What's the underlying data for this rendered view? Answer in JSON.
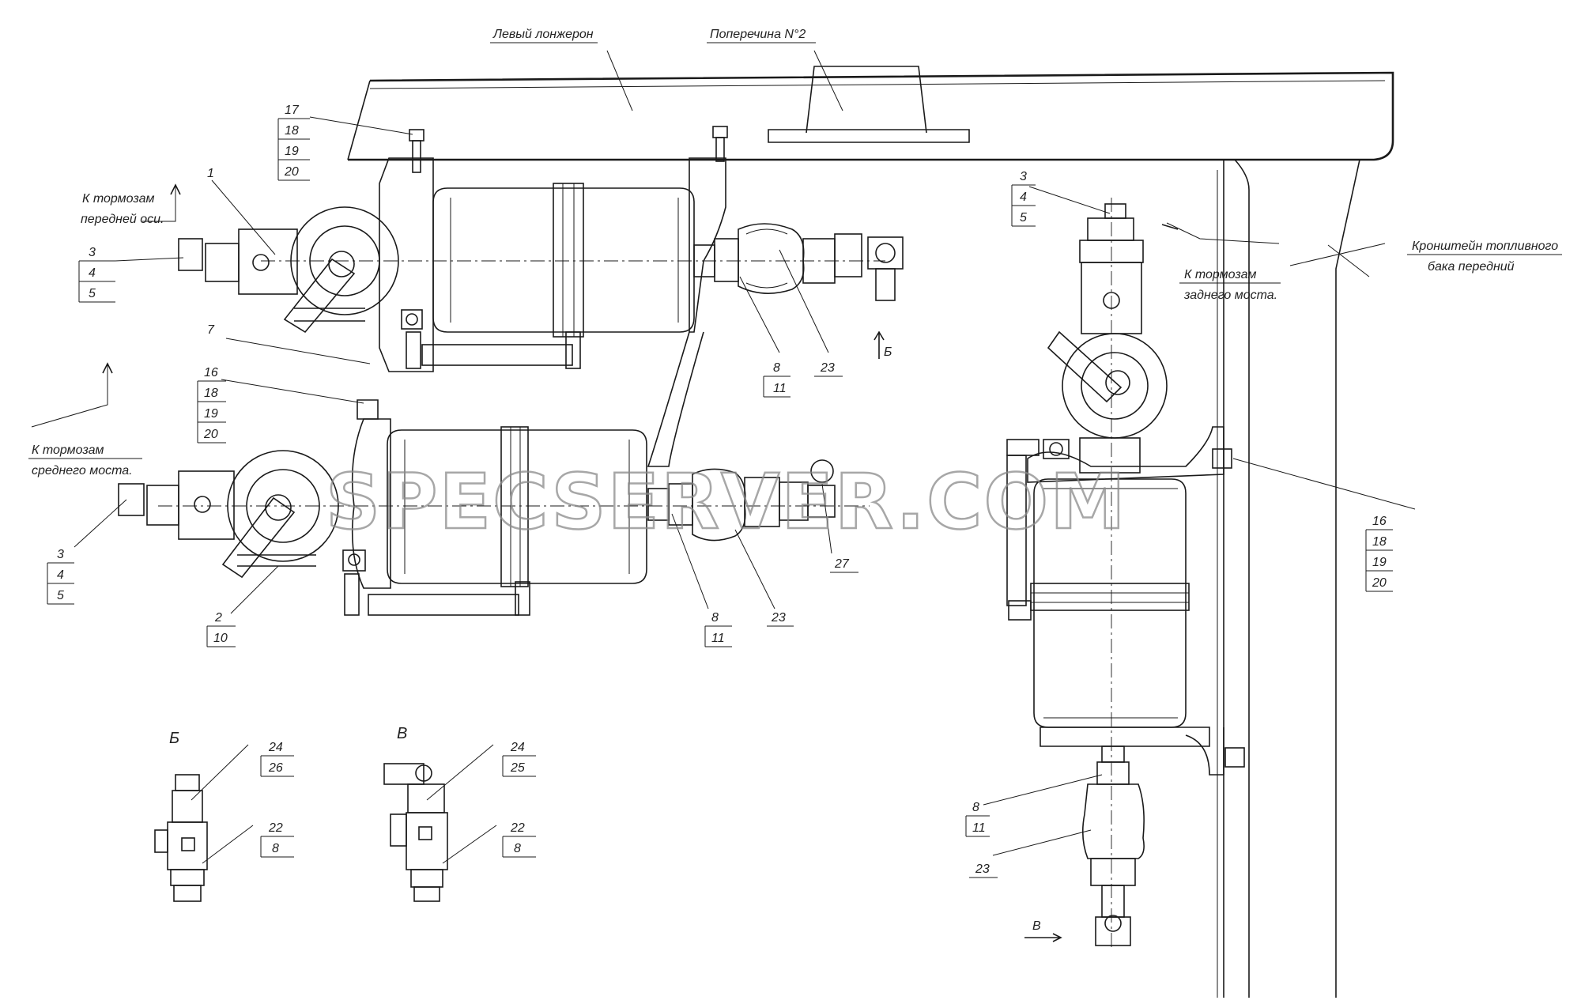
{
  "annotations": {
    "left_spar": "Левый лонжерон",
    "crossmember": "Поперечина N°2",
    "front_axle": [
      "К тормозам",
      "передней оси."
    ],
    "rear_axle": [
      "К тормозам",
      "заднего моста."
    ],
    "middle_axle": [
      "К тормозам",
      "среднего моста."
    ],
    "tank_bracket": [
      "Кронштейн топливного",
      "бака передний"
    ]
  },
  "callouts": {
    "c17": [
      "17",
      "18",
      "19",
      "20"
    ],
    "c1": [
      "1"
    ],
    "c3a": [
      "3",
      "4",
      "5"
    ],
    "c7": [
      "7"
    ],
    "c16a": [
      "16",
      "18",
      "19",
      "20"
    ],
    "c8a": [
      "8",
      "11"
    ],
    "c23a": [
      "23"
    ],
    "c3b": [
      "3",
      "4",
      "5"
    ],
    "c2": [
      "2",
      "10"
    ],
    "c8b": [
      "8",
      "11"
    ],
    "c23b": [
      "23"
    ],
    "c27": [
      "27"
    ],
    "c3c": [
      "3",
      "4",
      "5"
    ],
    "c16b": [
      "16",
      "18",
      "19",
      "20"
    ],
    "c8c": [
      "8",
      "11"
    ],
    "c23c": [
      "23"
    ],
    "cB24": [
      "24",
      "26"
    ],
    "cB22": [
      "22",
      "8"
    ],
    "cV24": [
      "24",
      "25"
    ],
    "cV22": [
      "22",
      "8"
    ]
  },
  "views": {
    "b_arrow": "Б",
    "v_arrow": "В",
    "b_title": "Б",
    "v_title": "В"
  },
  "watermark": "SPECSERVER.COM"
}
